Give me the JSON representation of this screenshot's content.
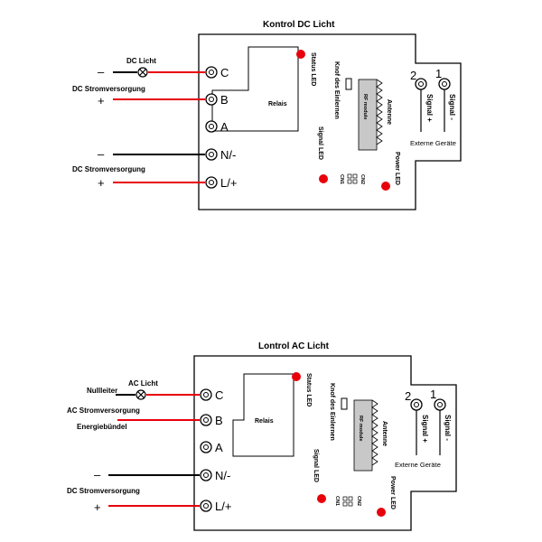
{
  "diagrams": [
    {
      "title": "Kontrol DC Licht",
      "lamp_label": "DC Licht",
      "terminals": [
        "C",
        "B",
        "A",
        "N/-",
        "L/+"
      ],
      "supply_top_label": "DC Stromversorgung",
      "supply_bottom_label": "DC Stromversorgung",
      "relay_label": "Relais",
      "status_led": "Status LED",
      "learn_button": "Knof des Einlernen",
      "signal_led": "Signal LED",
      "rf_module": "RF module",
      "antenna": "Antenne",
      "cn1": "CN1",
      "cn2": "CN2",
      "power_led": "Power LED",
      "signal_plus": "Signal +",
      "signal_minus": "Signal -",
      "ext_devices": "Externe Geräte",
      "pin1": "1",
      "pin2": "2",
      "minus": "–",
      "plus": "+"
    },
    {
      "title": "Lontrol AC Licht",
      "lamp_label": "AC Licht",
      "neutral_label": "Nullleiter",
      "ac_supply_label": "AC Stromversorgung",
      "energy_label": "Energiebündel",
      "terminals": [
        "C",
        "B",
        "A",
        "N/-",
        "L/+"
      ],
      "supply_bottom_label": "DC Stromversorgung",
      "relay_label": "Relais",
      "status_led": "Status LED",
      "learn_button": "Knof des Einlernen",
      "signal_led": "Signal LED",
      "rf_module": "RF module",
      "antenna": "Antenne",
      "cn1": "CN1",
      "cn2": "CN2",
      "power_led": "Power LED",
      "signal_plus": "Signal +",
      "signal_minus": "Signal -",
      "ext_devices": "Externe Geräte",
      "pin1": "1",
      "pin2": "2",
      "minus": "–",
      "plus": "+"
    }
  ],
  "colors": {
    "wire_red": "#e8000b",
    "wire_black": "#000000",
    "led_red": "#e8000b",
    "module_gray": "#c8c8c8"
  }
}
